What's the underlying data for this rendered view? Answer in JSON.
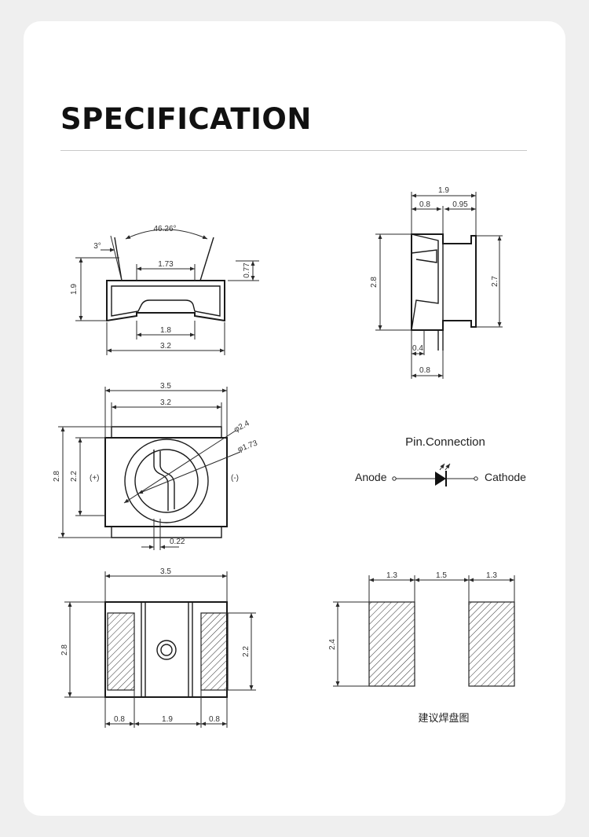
{
  "title": "SPECIFICATION",
  "side_view": {
    "angle": "46.26°",
    "tilt": "3°",
    "top_width": "1.73",
    "top_height": "0.77",
    "height": "1.9",
    "pad_width": "1.8",
    "width": "3.2"
  },
  "right_view": {
    "total": "1.9",
    "left_part": "0.8",
    "right_part": "0.95",
    "height": "2.8",
    "inner_height": "2.7",
    "lip": "0.4",
    "base": "0.8"
  },
  "top_view": {
    "outer_width": "3.5",
    "inner_width": "3.2",
    "outer_height": "2.8",
    "inner_height": "2.2",
    "outer_dia": "φ2.4",
    "inner_dia": "φ1.73",
    "gap": "0.22",
    "plus": "(+)",
    "minus": "(-)"
  },
  "pin": {
    "title": "Pin.Connection",
    "anode": "Anode",
    "cathode": "Cathode"
  },
  "bottom_view": {
    "width": "3.5",
    "height": "2.8",
    "pad_height": "2.2",
    "left_pad": "0.8",
    "middle": "1.9",
    "right_pad": "0.8"
  },
  "pad_layout": {
    "pad1": "1.3",
    "gap": "1.5",
    "pad2": "1.3",
    "height": "2.4",
    "caption": "建议焊盘图"
  }
}
